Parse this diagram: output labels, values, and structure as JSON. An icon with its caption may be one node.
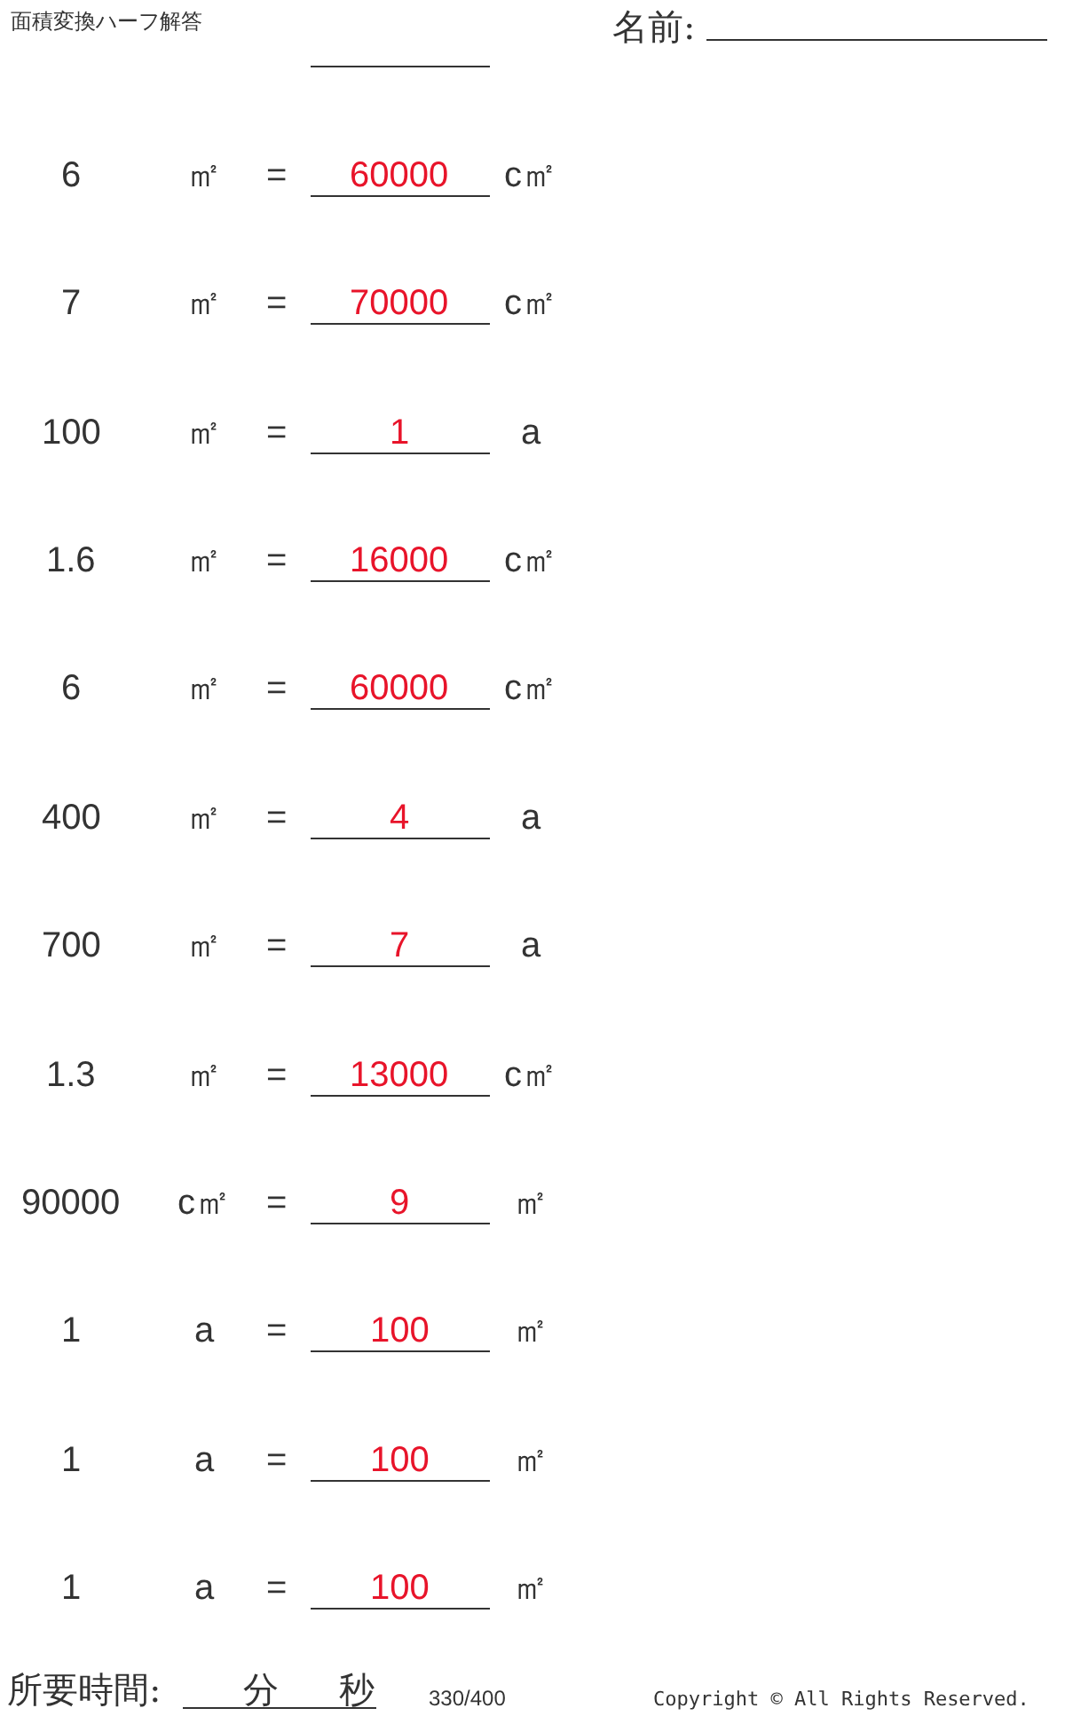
{
  "diagram": {
    "title": "面積変換ハーフ解答",
    "labels": [
      "名前:",
      "6",
      "㎡",
      "=",
      "60000",
      "c㎡",
      "7",
      "㎡",
      "=",
      "70000",
      "c㎡",
      "100",
      "㎡",
      "=",
      "1",
      "a",
      "1.6",
      "㎡",
      "=",
      "16000",
      "c㎡",
      "6",
      "㎡",
      "=",
      "60000",
      "c㎡",
      "400",
      "㎡",
      "=",
      "4",
      "a",
      "700",
      "㎡",
      "=",
      "7",
      "a",
      "1.3",
      "㎡",
      "=",
      "13000",
      "c㎡",
      "90000",
      "c㎡",
      "=",
      "9",
      "㎡",
      "1",
      "a",
      "=",
      "100",
      "㎡",
      "1",
      "a",
      "=",
      "100",
      "㎡",
      "1",
      "a",
      "=",
      "100",
      "㎡",
      "所要時間:",
      "分",
      "秒",
      "330/400",
      "Copyright © All Rights Reserved."
    ]
  }
}
